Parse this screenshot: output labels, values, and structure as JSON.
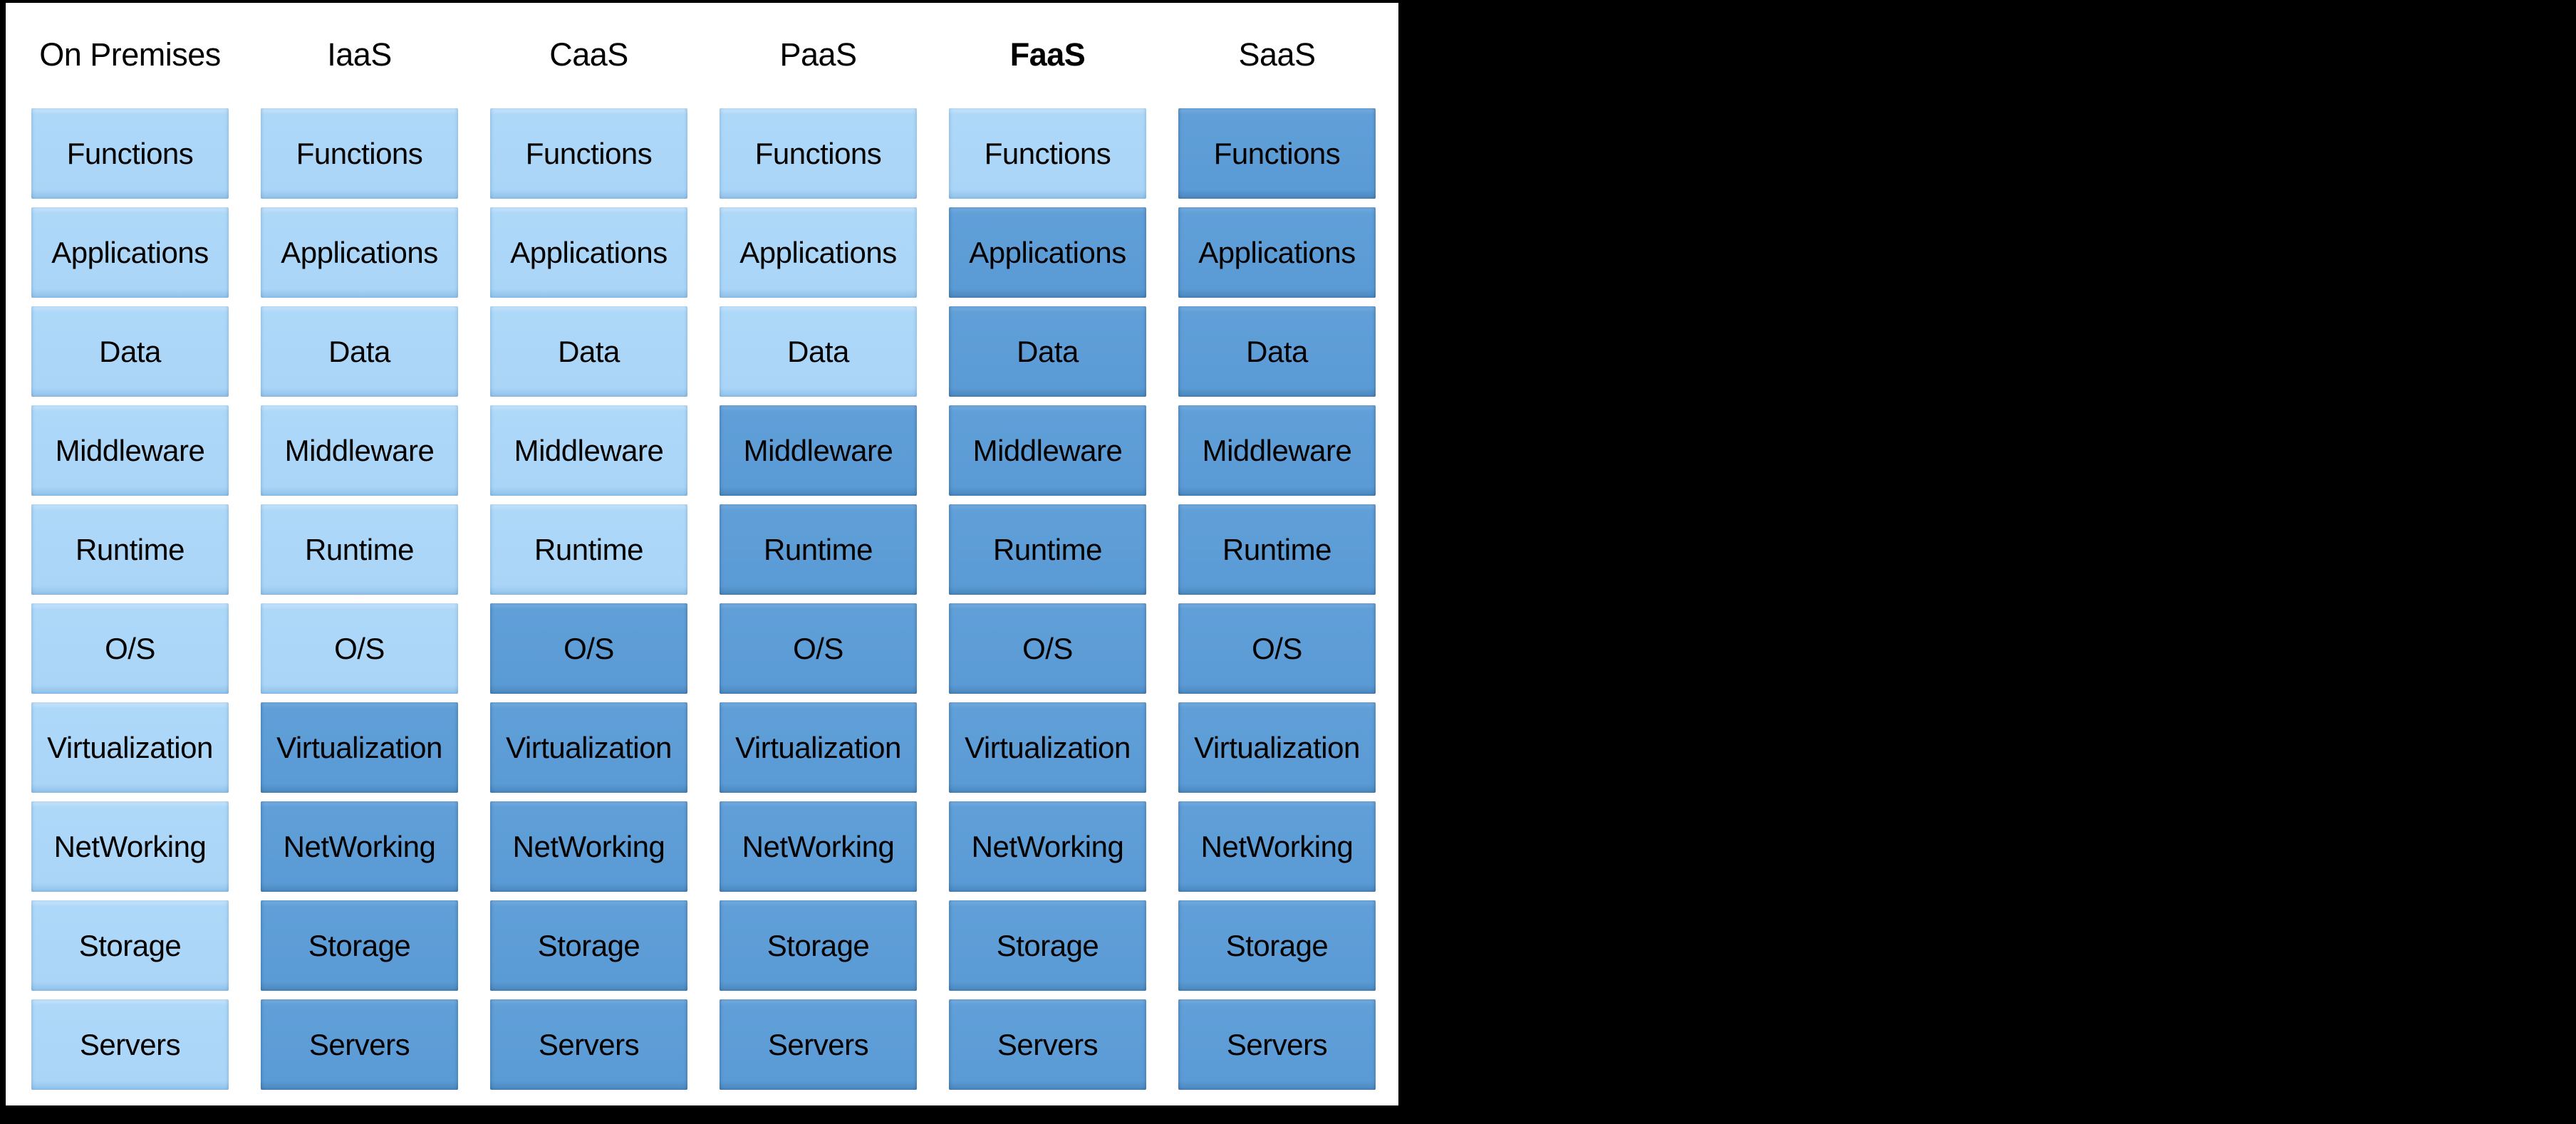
{
  "diagram": {
    "row_labels": [
      "Functions",
      "Applications",
      "Data",
      "Middleware",
      "Runtime",
      "O/S",
      "Virtualization",
      "NetWorking",
      "Storage",
      "Servers"
    ],
    "shade_meaning": {
      "light": "user-managed layer",
      "dark": "provider-managed layer"
    },
    "colors": {
      "light_cell": "#aad5f7",
      "dark_cell": "#5b9bd5",
      "cell_text": "#000000",
      "canvas": "#ffffff",
      "frame": "#000000"
    },
    "columns": [
      {
        "label": "On Premises",
        "bold": false,
        "cells": [
          {
            "label": "Functions",
            "shade": "light"
          },
          {
            "label": "Applications",
            "shade": "light"
          },
          {
            "label": "Data",
            "shade": "light"
          },
          {
            "label": "Middleware",
            "shade": "light"
          },
          {
            "label": "Runtime",
            "shade": "light"
          },
          {
            "label": "O/S",
            "shade": "light"
          },
          {
            "label": "Virtualization",
            "shade": "light"
          },
          {
            "label": "NetWorking",
            "shade": "light"
          },
          {
            "label": "Storage",
            "shade": "light"
          },
          {
            "label": "Servers",
            "shade": "light"
          }
        ]
      },
      {
        "label": "IaaS",
        "bold": false,
        "cells": [
          {
            "label": "Functions",
            "shade": "light"
          },
          {
            "label": "Applications",
            "shade": "light"
          },
          {
            "label": "Data",
            "shade": "light"
          },
          {
            "label": "Middleware",
            "shade": "light"
          },
          {
            "label": "Runtime",
            "shade": "light"
          },
          {
            "label": "O/S",
            "shade": "light"
          },
          {
            "label": "Virtualization",
            "shade": "dark"
          },
          {
            "label": "NetWorking",
            "shade": "dark"
          },
          {
            "label": "Storage",
            "shade": "dark"
          },
          {
            "label": "Servers",
            "shade": "dark"
          }
        ]
      },
      {
        "label": "CaaS",
        "bold": false,
        "cells": [
          {
            "label": "Functions",
            "shade": "light"
          },
          {
            "label": "Applications",
            "shade": "light"
          },
          {
            "label": "Data",
            "shade": "light"
          },
          {
            "label": "Middleware",
            "shade": "light"
          },
          {
            "label": "Runtime",
            "shade": "light"
          },
          {
            "label": "O/S",
            "shade": "dark"
          },
          {
            "label": "Virtualization",
            "shade": "dark"
          },
          {
            "label": "NetWorking",
            "shade": "dark"
          },
          {
            "label": "Storage",
            "shade": "dark"
          },
          {
            "label": "Servers",
            "shade": "dark"
          }
        ]
      },
      {
        "label": "PaaS",
        "bold": false,
        "cells": [
          {
            "label": "Functions",
            "shade": "light"
          },
          {
            "label": "Applications",
            "shade": "light"
          },
          {
            "label": "Data",
            "shade": "light"
          },
          {
            "label": "Middleware",
            "shade": "dark"
          },
          {
            "label": "Runtime",
            "shade": "dark"
          },
          {
            "label": "O/S",
            "shade": "dark"
          },
          {
            "label": "Virtualization",
            "shade": "dark"
          },
          {
            "label": "NetWorking",
            "shade": "dark"
          },
          {
            "label": "Storage",
            "shade": "dark"
          },
          {
            "label": "Servers",
            "shade": "dark"
          }
        ]
      },
      {
        "label": "FaaS",
        "bold": true,
        "cells": [
          {
            "label": "Functions",
            "shade": "light"
          },
          {
            "label": "Applications",
            "shade": "dark"
          },
          {
            "label": "Data",
            "shade": "dark"
          },
          {
            "label": "Middleware",
            "shade": "dark"
          },
          {
            "label": "Runtime",
            "shade": "dark"
          },
          {
            "label": "O/S",
            "shade": "dark"
          },
          {
            "label": "Virtualization",
            "shade": "dark"
          },
          {
            "label": "NetWorking",
            "shade": "dark"
          },
          {
            "label": "Storage",
            "shade": "dark"
          },
          {
            "label": "Servers",
            "shade": "dark"
          }
        ]
      },
      {
        "label": "SaaS",
        "bold": false,
        "cells": [
          {
            "label": "Functions",
            "shade": "dark"
          },
          {
            "label": "Applications",
            "shade": "dark"
          },
          {
            "label": "Data",
            "shade": "dark"
          },
          {
            "label": "Middleware",
            "shade": "dark"
          },
          {
            "label": "Runtime",
            "shade": "dark"
          },
          {
            "label": "O/S",
            "shade": "dark"
          },
          {
            "label": "Virtualization",
            "shade": "dark"
          },
          {
            "label": "NetWorking",
            "shade": "dark"
          },
          {
            "label": "Storage",
            "shade": "dark"
          },
          {
            "label": "Servers",
            "shade": "dark"
          }
        ]
      }
    ]
  }
}
